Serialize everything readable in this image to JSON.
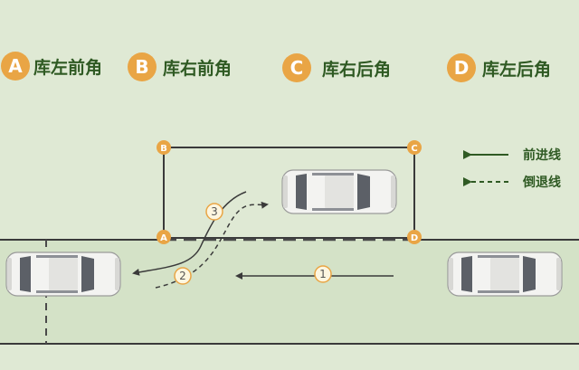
{
  "colors": {
    "background": "#dfe9d4",
    "road": "#d3e2c6",
    "line": "#3a3a3a",
    "accent_orange": "#e9a545",
    "label_green": "#2f5a23",
    "car_body": "#f3f3f1",
    "car_glass": "#5c6067"
  },
  "legend": [
    {
      "letter": "A",
      "label": "库左前角"
    },
    {
      "letter": "B",
      "label": "库右前角"
    },
    {
      "letter": "C",
      "label": "库右后角"
    },
    {
      "letter": "D",
      "label": "库左后角"
    }
  ],
  "corners": {
    "A": "A",
    "B": "B",
    "C": "C",
    "D": "D"
  },
  "steps": [
    "1",
    "2",
    "3"
  ],
  "key": {
    "forward": "前进线",
    "reverse": "倒退线"
  },
  "icons": {
    "arrow": "arrow-left-icon",
    "car": "car-top-view-icon"
  }
}
